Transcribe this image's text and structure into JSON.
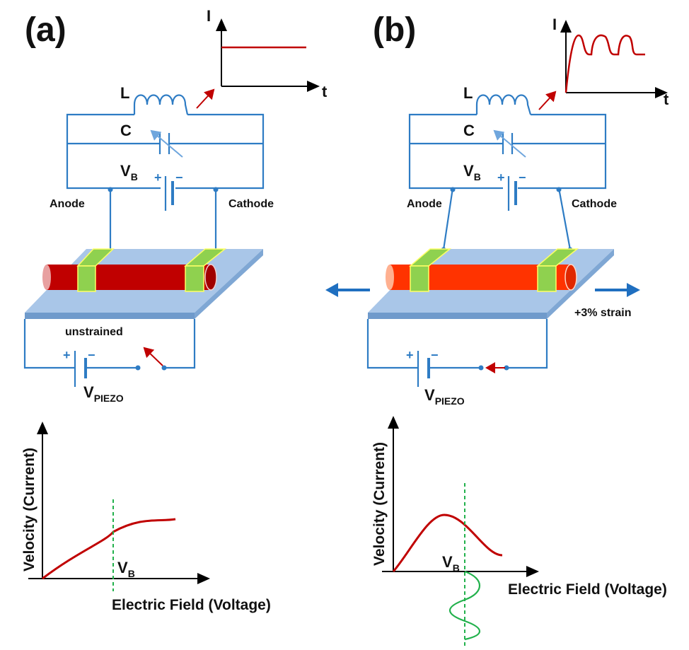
{
  "panel_a": {
    "label": "(a)",
    "inset_y_label": "I",
    "inset_x_label": "t",
    "inductor_label": "L",
    "capacitor_label": "C",
    "battery_label_main": "V",
    "battery_label_sub": "B",
    "anode_label": "Anode",
    "cathode_label": "Cathode",
    "strain_label": "unstrained",
    "piezo_label_main": "V",
    "piezo_label_sub": "PIEZO",
    "plus": "+",
    "minus": "−",
    "graph_y_label": "Velocity (Current)",
    "graph_x_label": "Electric Field (Voltage)",
    "graph_marker_main": "V",
    "graph_marker_sub": "B"
  },
  "panel_b": {
    "label": "(b)",
    "inset_y_label": "I",
    "inset_x_label": "t",
    "inductor_label": "L",
    "capacitor_label": "C",
    "battery_label_main": "V",
    "battery_label_sub": "B",
    "anode_label": "Anode",
    "cathode_label": "Cathode",
    "strain_label": "+3% strain",
    "piezo_label_main": "V",
    "piezo_label_sub": "PIEZO",
    "plus": "+",
    "minus": "−",
    "graph_y_label": "Velocity (Current)",
    "graph_x_label": "Electric Field (Voltage)",
    "graph_marker_main": "V",
    "graph_marker_sub": "B"
  },
  "colors": {
    "wire": "#2e7cc4",
    "tube_a": "#c00000",
    "tube_b": "#ff3300",
    "contact": "#8fd14f",
    "substrate": "#a9c6e8",
    "curve": "#c00000",
    "oscillation": "#22b14c",
    "arrow": "#1f6fc0"
  }
}
